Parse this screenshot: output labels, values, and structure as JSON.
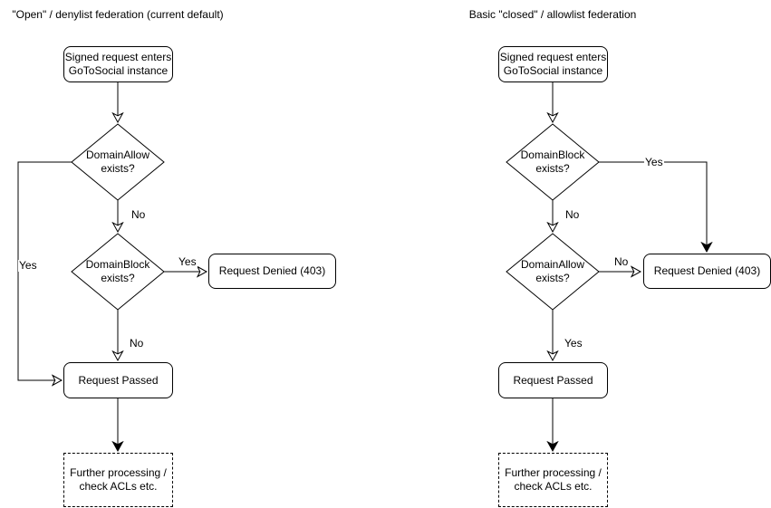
{
  "colors": {
    "stroke": "#000000",
    "background": "#ffffff"
  },
  "left": {
    "title": "\"Open\" / denylist federation (current default)",
    "nodes": {
      "start": "Signed request enters\nGoToSocial instance",
      "decision1": "DomainAllow\nexists?",
      "decision2": "DomainBlock\nexists?",
      "denied": "Request Denied (403)",
      "passed": "Request Passed",
      "further": "Further processing /\ncheck ACLs etc."
    },
    "edge_labels": {
      "d1_yes": "Yes",
      "d1_no": "No",
      "d2_yes": "Yes",
      "d2_no": "No"
    }
  },
  "right": {
    "title": "Basic \"closed\" / allowlist federation",
    "nodes": {
      "start": "Signed request enters\nGoToSocial instance",
      "decision1": "DomainBlock\nexists?",
      "decision2": "DomainAllow\nexists?",
      "denied": "Request Denied (403)",
      "passed": "Request Passed",
      "further": "Further processing /\ncheck ACLs etc."
    },
    "edge_labels": {
      "d1_yes": "Yes",
      "d1_no": "No",
      "d2_no": "No",
      "d2_yes": "Yes"
    }
  }
}
